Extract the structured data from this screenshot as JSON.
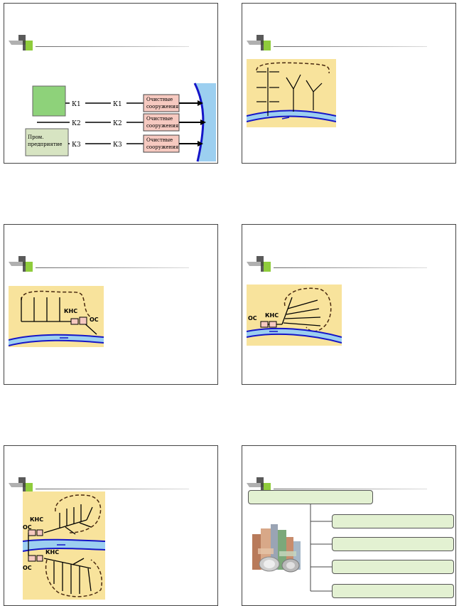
{
  "slide1": {
    "pipes": [
      "К1",
      "К1",
      "К2",
      "К2",
      "К3",
      "К3"
    ],
    "plant_label_1": "Пром.",
    "plant_label_2": "предприятие",
    "treatment_1a": "Очистные",
    "treatment_1b": "сооружения",
    "treatment_2a": "Очистные",
    "treatment_2b": "сооружения",
    "treatment_3a": "Очистные",
    "treatment_3b": "сооружения"
  },
  "slide3": {
    "pump_label": "КНС",
    "treatment_label": "ОС"
  },
  "slide4": {
    "pump_label": "КНС",
    "treatment_label": "ОС"
  },
  "slide5": {
    "pump_label_top": "КНС",
    "treatment_top": "ОС",
    "pump_label_bottom": "КНС",
    "treatment_bottom": "ОС"
  },
  "colors": {
    "map_bg": "#f8e39c",
    "river": "#1515c8",
    "river_fill": "#9ccff0",
    "treatment_fill": "#f6c9c0",
    "green_box": "#e3f1d2"
  }
}
